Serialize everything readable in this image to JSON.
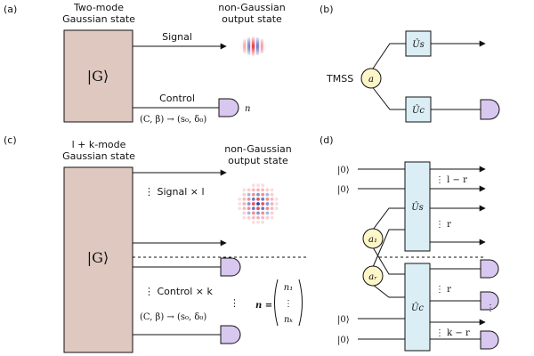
{
  "colors": {
    "gaussian_box": "#dfc8bf",
    "unitary_box": "#dbeef5",
    "detector": "#d8c7ee",
    "tmss_node": "#fdf6c9",
    "signal_red": "#e0222a",
    "signal_blue": "#2a3fb5",
    "stroke": "#111111"
  },
  "panel_a": {
    "tag": "(a)",
    "title_line1": "Two-mode",
    "title_line2": "Gaussian state",
    "output_line1": "non-Gaussian",
    "output_line2": "output state",
    "box_label": "|G⟩",
    "signal_label": "Signal",
    "control_label": "Control",
    "mapping": "(C, β) → (s₀, δ₀)",
    "detector_label": "n"
  },
  "panel_b": {
    "tag": "(b)",
    "tmss_label": "TMSS",
    "node_label": "a",
    "us_label": "Ûs",
    "uc_label": "Ûc"
  },
  "panel_c": {
    "tag": "(c)",
    "title_line1": "l + k-mode",
    "title_line2": "Gaussian state",
    "output_line1": "non-Gaussian",
    "output_line2": "output state",
    "box_label": "|G⟩",
    "signal_label": "⋮ Signal × l",
    "control_label": "⋮ Control × k",
    "mapping": "(C, β) → (s₀, δ₀)",
    "vdots": "⋮",
    "n_vector_lhs": "n =",
    "n_vector_top": "n₁",
    "n_vector_dots": "⋮",
    "n_vector_bottom": "nₖ"
  },
  "panel_d": {
    "tag": "(d)",
    "vacuum_1": "|0⟩",
    "vacuum_2": "|0⟩",
    "vacuum_3": "|0⟩",
    "vacuum_4": "|0⟩",
    "node_1": "a₁",
    "node_r": "aᵣ",
    "us_label": "Ûs",
    "uc_label": "Ûc",
    "label_l_minus_r": "⋮ l − r",
    "label_r_top": "⋮ r",
    "label_r_bottom": "⋮ r",
    "label_k_minus_r": "⋮ k − r",
    "vdots": "⋮"
  }
}
